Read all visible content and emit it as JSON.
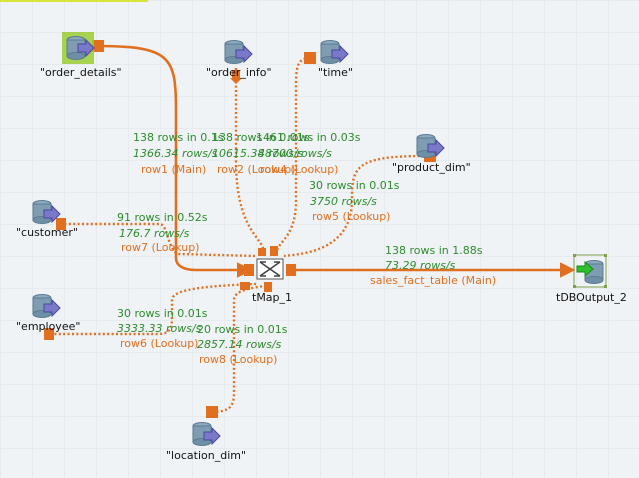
{
  "components": {
    "order_details": {
      "label": "\"order_details\"",
      "icon": "db-input-icon"
    },
    "order_info": {
      "label": "\"order_info\"",
      "icon": "db-input-icon"
    },
    "time": {
      "label": "\"time\"",
      "icon": "db-input-icon"
    },
    "product_dim": {
      "label": "\"product_dim\"",
      "icon": "db-input-icon"
    },
    "customer": {
      "label": "\"customer\"",
      "icon": "db-input-icon"
    },
    "employee": {
      "label": "\"employee\"",
      "icon": "db-input-icon"
    },
    "location_dim": {
      "label": "\"location_dim\"",
      "icon": "db-input-icon"
    },
    "tmap": {
      "label": "tMap_1",
      "icon": "tmap-icon"
    },
    "output": {
      "label": "tDBOutput_2",
      "icon": "db-output-icon"
    }
  },
  "links": {
    "row1": {
      "stats": "138 rows in 0.1s",
      "rate": "1366.34 rows/s",
      "name": "row1 (Main)"
    },
    "row2": {
      "stats": "138 rows in 0.01s",
      "rate": "10615.38 rows/s",
      "name": "row2 (Lookup)"
    },
    "row4": {
      "stats": "1461 rows in 0.03s",
      "rate": "48700 rows/s",
      "name": "row4 (Lookup)"
    },
    "row5": {
      "stats": "30 rows in 0.01s",
      "rate": "3750 rows/s",
      "name": "row5 (Lookup)"
    },
    "row7": {
      "stats": "91 rows in 0.52s",
      "rate": "176.7 rows/s",
      "name": "row7 (Lookup)"
    },
    "row6": {
      "stats": "30 rows in 0.01s",
      "rate": "3333.33 rows/s",
      "name": "row6 (Lookup)"
    },
    "row8": {
      "stats": "20 rows in 0.01s",
      "rate": "2857.14 rows/s",
      "name": "row8 (Lookup)"
    },
    "main_out": {
      "stats": "138 rows in 1.88s",
      "rate": "73.29 rows/s",
      "name": "sales_fact_table (Main)"
    }
  },
  "colors": {
    "link": "#e0701f",
    "stats": "#2e8b2e",
    "db_icon": "#6f8fa6",
    "arrow": "#7a78c9",
    "selection": "#9acd32"
  }
}
